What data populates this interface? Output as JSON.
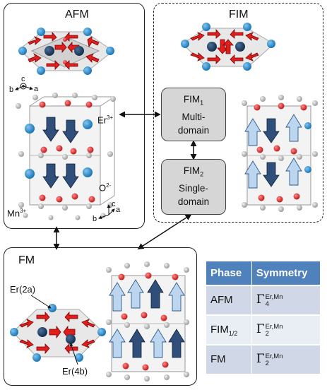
{
  "panels": {
    "afm": {
      "title": "AFM"
    },
    "fim": {
      "title": "FIM"
    },
    "fm": {
      "title": "FM"
    }
  },
  "labels": {
    "er_ion": "Er",
    "er_charge": "3+",
    "o_ion": "O",
    "o_charge": "2-",
    "mn_ion": "Mn",
    "mn_charge": "3+",
    "er2a": "Er(2a)",
    "er4b": "Er(4b)"
  },
  "axes": {
    "top": {
      "b": "b",
      "c": "c",
      "a": "a"
    },
    "bottom": {
      "c": "c",
      "a": "a",
      "b": "b"
    }
  },
  "fim_boxes": [
    {
      "name": "FIM",
      "sub": "1",
      "line2": "Multi-",
      "line3": "domain"
    },
    {
      "name": "FIM",
      "sub": "2",
      "line2": "Single-",
      "line3": "domain"
    }
  ],
  "table": {
    "headers": [
      "Phase",
      "Symmetry"
    ],
    "rows": [
      {
        "phase": "AFM",
        "phase_sub": "",
        "gamma": "Γ",
        "sup": "Er,Mn",
        "sub": "4"
      },
      {
        "phase": "FIM",
        "phase_sub": "1/2",
        "gamma": "Γ",
        "sup": "Er,Mn",
        "sub": "2"
      },
      {
        "phase": "FM",
        "phase_sub": "",
        "gamma": "Γ",
        "sup": "Er,Mn",
        "sub": "2"
      }
    ]
  },
  "colors": {
    "oxygen": "#d42a2a",
    "manganese": "#b8b8b8",
    "erbium_light": "#2b8fd0",
    "erbium_dark": "#1e3f66",
    "arrow_red": "#e01e1e",
    "spin_dark": "#2f4f7a",
    "spin_light": "#bcd6ef",
    "table_header": "#4f81bd"
  }
}
